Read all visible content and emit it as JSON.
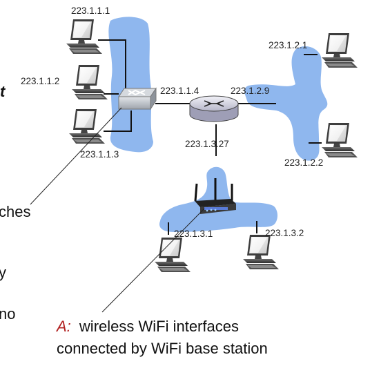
{
  "colors": {
    "subnet_blob": "#8fb7ee",
    "wire": "#111111",
    "annotation_accent": "#b22222"
  },
  "hosts": {
    "h1": {
      "ip": "223.1.1.1"
    },
    "h2": {
      "ip": "223.1.1.2"
    },
    "h3": {
      "ip": "223.1.1.3"
    },
    "h4": {
      "ip": "223.1.2.1"
    },
    "h5": {
      "ip": "223.1.2.2"
    },
    "h6": {
      "ip": "223.1.3.1"
    },
    "h7": {
      "ip": "223.1.3.2"
    }
  },
  "interfaces": {
    "switch_uplink": "223.1.1.4",
    "router_right": "223.1.2.9",
    "router_down": "223.1.3.27"
  },
  "icons": {
    "switch": "ethernet-switch-icon",
    "router": "router-icon",
    "access_point": "wifi-access-point-icon",
    "host": "desktop-computer-icon"
  },
  "cutoff_text": {
    "left_t": "t",
    "left_ches": "ches",
    "left_y": "y",
    "left_no": "no"
  },
  "caption": {
    "label": "A:",
    "line1": "wireless WiFi interfaces",
    "line2": "connected by WiFi base station"
  }
}
